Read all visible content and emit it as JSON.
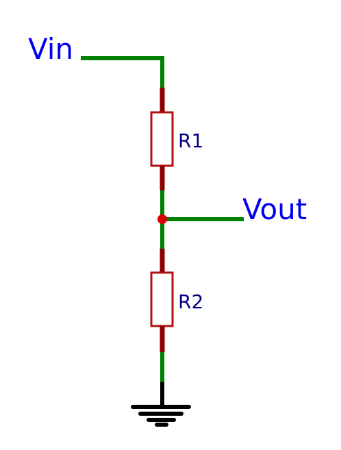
{
  "labels": {
    "vin": "Vin",
    "vout": "Vout",
    "r1": "R1",
    "r2": "R2"
  },
  "colors": {
    "wire": "#008000",
    "pin": "#8b0000",
    "resistor_body": "#b01010",
    "junction": "#dd0000",
    "label": "#0000ee",
    "ref_label": "#000080",
    "ground": "#000000",
    "background": "#ffffff"
  }
}
